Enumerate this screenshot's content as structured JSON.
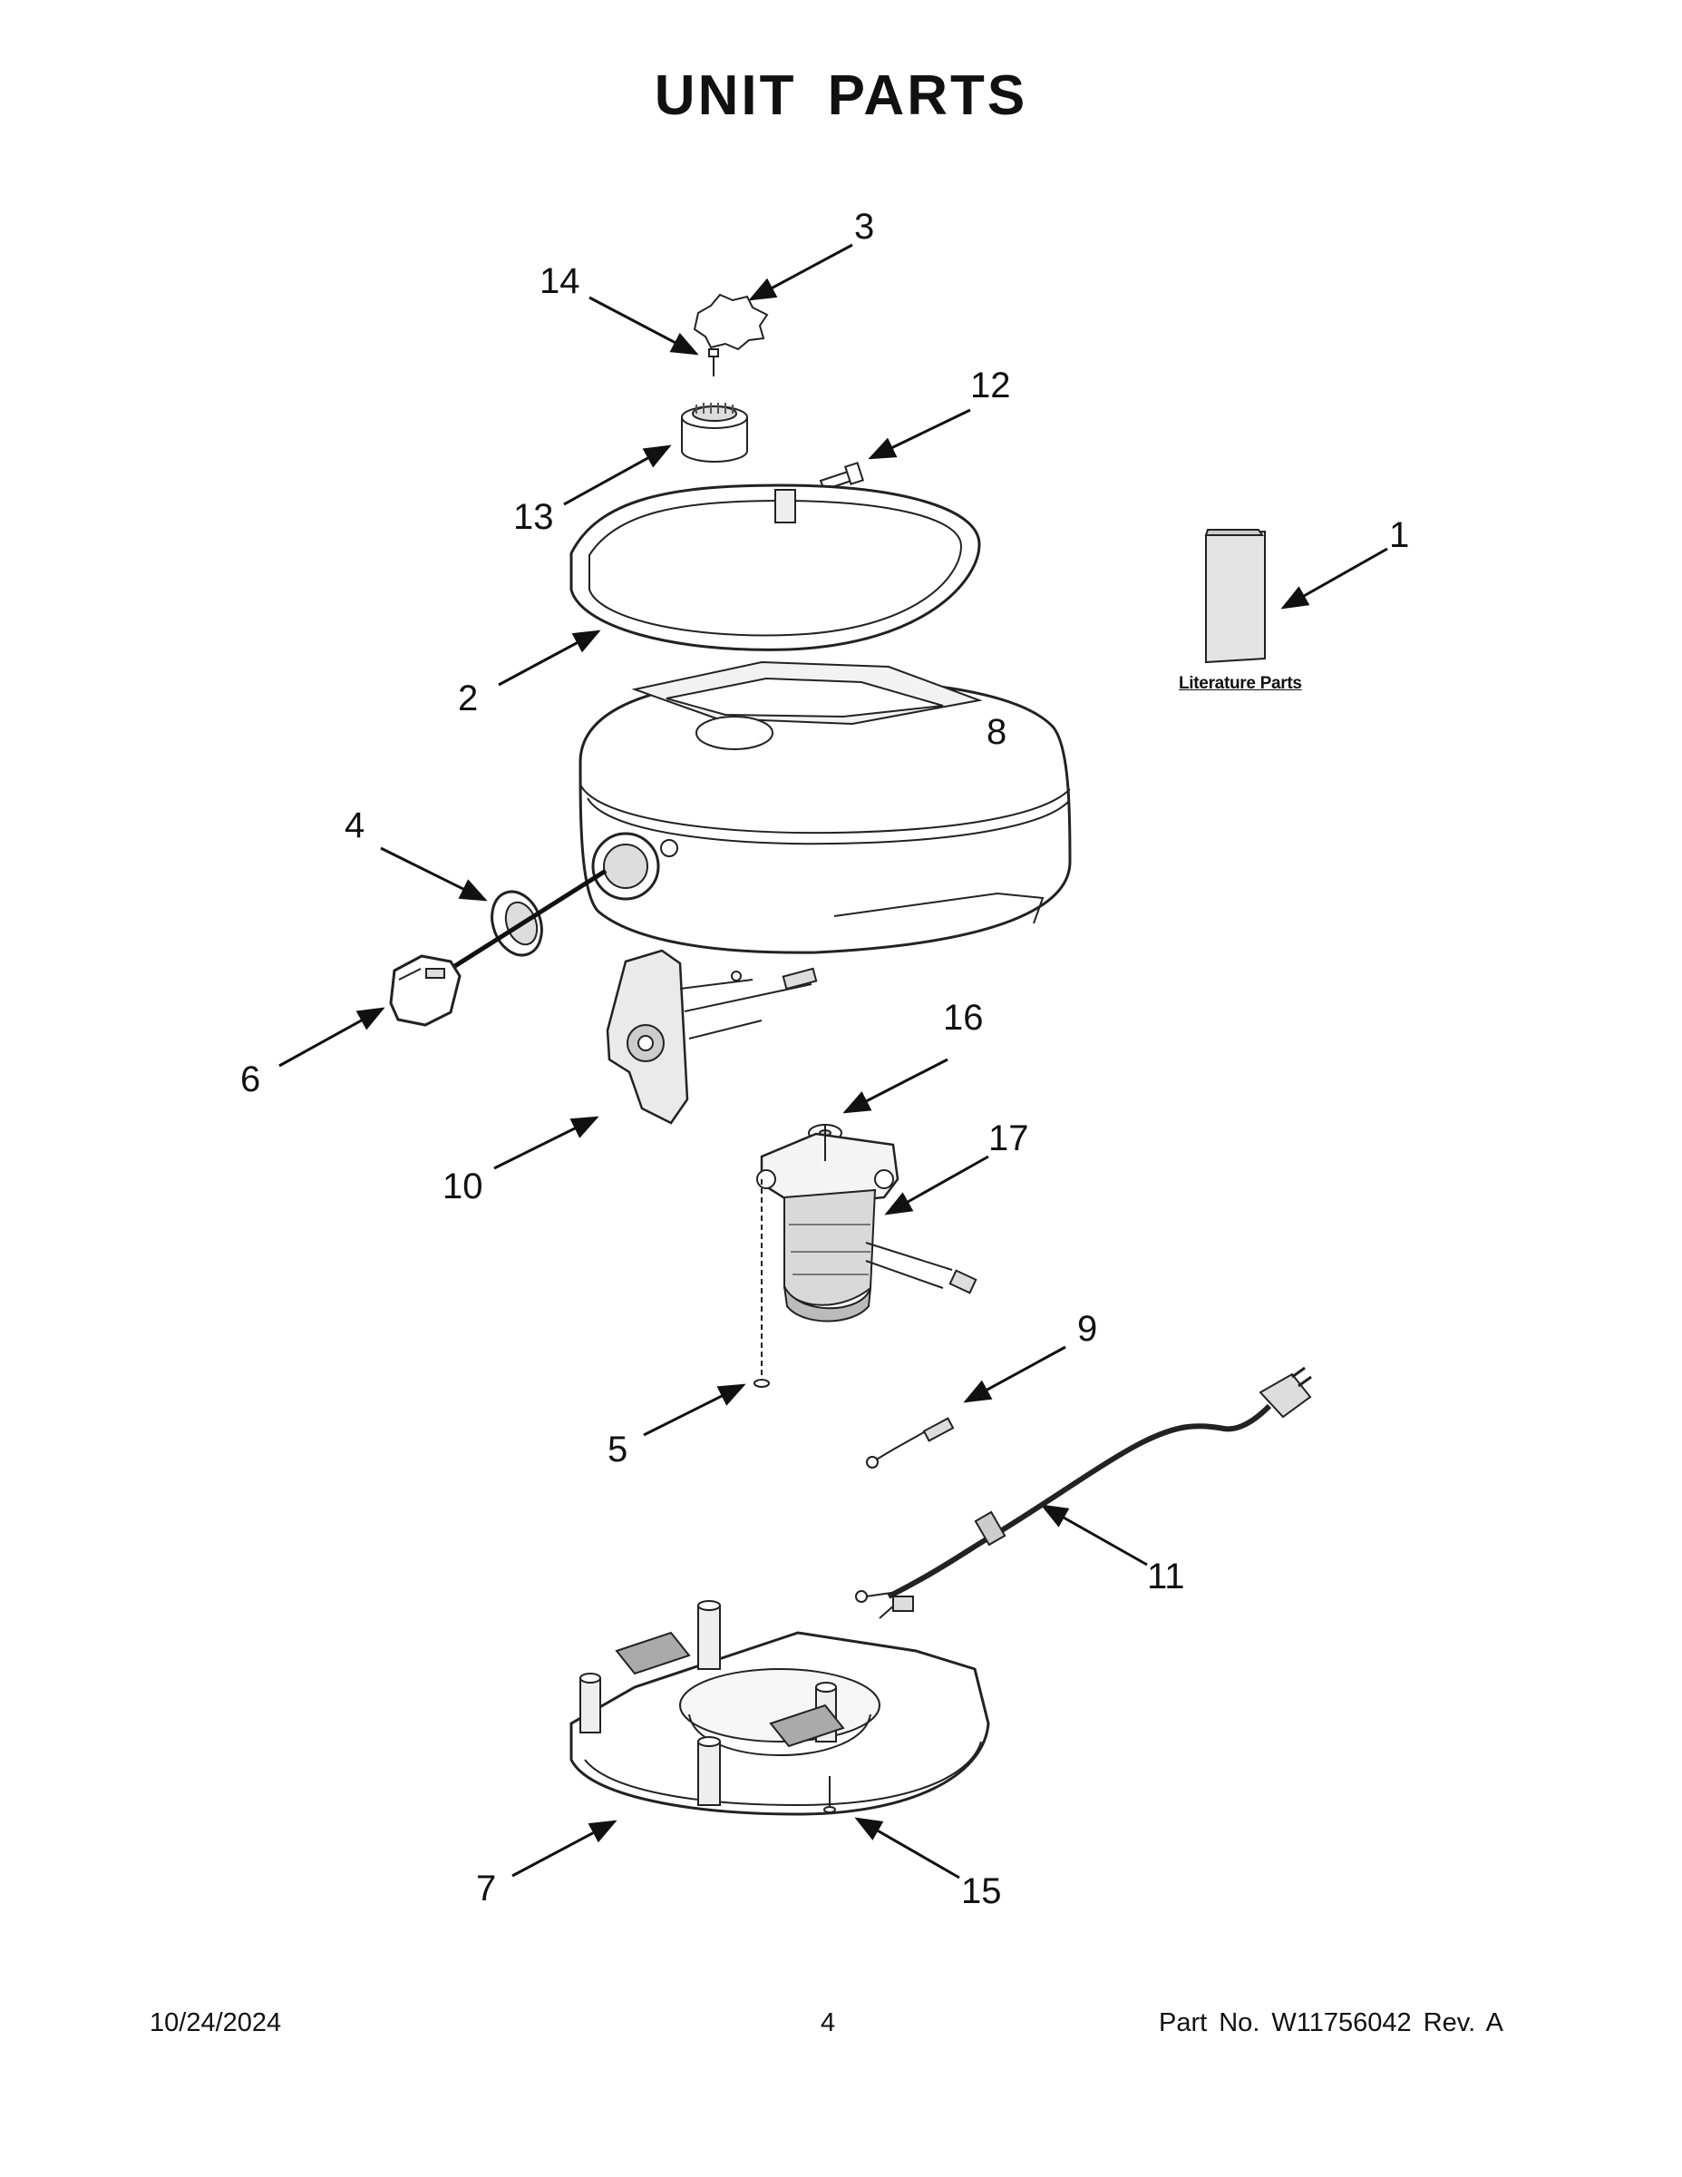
{
  "title": "UNIT PARTS",
  "callouts": {
    "c1": "1",
    "c2": "2",
    "c3": "3",
    "c4": "4",
    "c5": "5",
    "c6": "6",
    "c7": "7",
    "c8": "8",
    "c9": "9",
    "c10": "10",
    "c11": "11",
    "c12": "12",
    "c13": "13",
    "c14": "14",
    "c15": "15",
    "c16": "16",
    "c17": "17"
  },
  "literature_label": "Literature Parts",
  "footer": {
    "date": "10/24/2024",
    "page": "4",
    "part": "Part No.  W11756042  Rev.  A"
  }
}
